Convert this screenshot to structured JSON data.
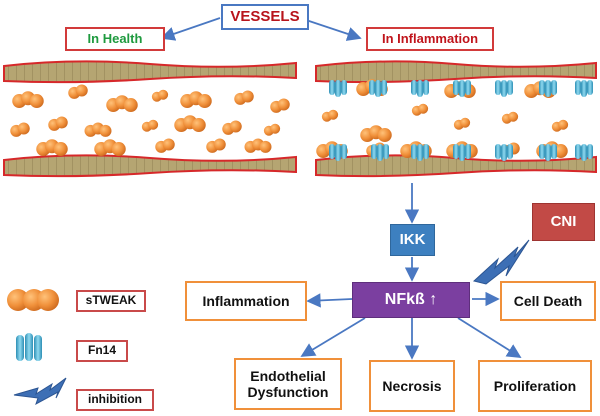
{
  "title": "VESSELS",
  "health_label": "In Health",
  "inflammation_label": "In Inflammation",
  "nodes": {
    "ikk": "IKK",
    "nfkb": "NFkß ↑",
    "cni": "CNI",
    "inflammation": "Inflammation",
    "cell_death": "Cell Death",
    "endothelial": "Endothelial Dysfunction",
    "necrosis": "Necrosis",
    "proliferation": "Proliferation"
  },
  "legend": {
    "stweak": "sTWEAK",
    "fn14": "Fn14",
    "inhibition": "inhibition"
  },
  "colors": {
    "title_text": "#b8141b",
    "health_text": "#1e9a3e",
    "inflammation_text": "#c0141b",
    "vessel_fill": "#b5a572",
    "vessel_border": "#d6282a",
    "stweak": "#f0903a",
    "fn14": "#4bb3d6",
    "ikk": "#3d80c0",
    "nfkb": "#7b3fa0",
    "cni": "#c24a46",
    "arrow": "#4a78c2"
  }
}
